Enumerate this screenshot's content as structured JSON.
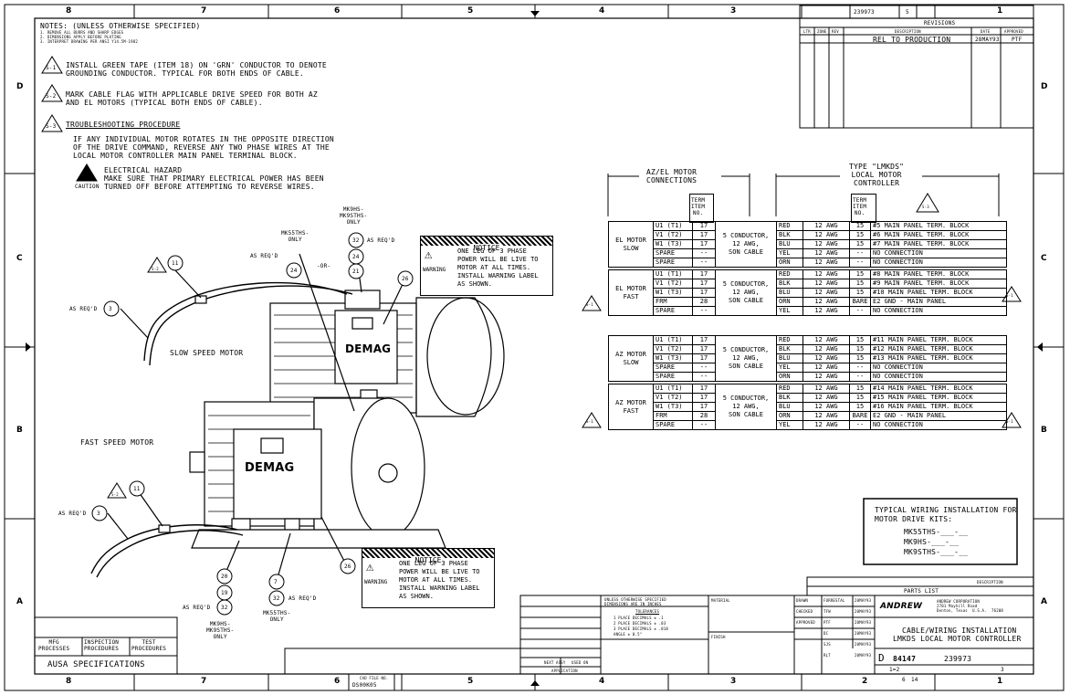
{
  "zones": {
    "cols": [
      "8",
      "7",
      "6",
      "5",
      "4",
      "3",
      "2",
      "1"
    ],
    "rows": [
      "D",
      "C",
      "B",
      "A"
    ]
  },
  "notes": {
    "header": "NOTES: (UNLESS OTHERWISE SPECIFIED)",
    "std1": "1. REMOVE ALL BURRS AND SHARP EDGES",
    "std2": "2. DIMENSIONS APPLY BEFORE PLATING",
    "std3": "3. INTERPRET DRAWING PER ANSI Y14.5M-1982",
    "n1_tag": "S-1",
    "n1_l1": "INSTALL GREEN TAPE (ITEM 18) ON 'GRN' CONDUCTOR TO DENOTE",
    "n1_l2": "GROUNDING CONDUCTOR.  TYPICAL FOR BOTH ENDS OF CABLE.",
    "n2_tag": "S-2",
    "n2_l1": "MARK CABLE FLAG WITH APPLICABLE DRIVE SPEED FOR BOTH AZ",
    "n2_l2": "AND EL MOTORS (TYPICAL BOTH ENDS OF CABLE).",
    "n3_tag": "S-3",
    "n3_l1": "TROUBLESHOOTING PROCEDURE",
    "n3_l2": "IF ANY INDIVIDUAL MOTOR ROTATES IN THE OPPOSITE DIRECTION",
    "n3_l3": "OF THE DRIVE COMMAND, REVERSE ANY TWO PHASE WIRES AT THE",
    "n3_l4": "LOCAL MOTOR CONTROLLER MAIN PANEL TERMINAL BLOCK.",
    "haz_title": "ELECTRICAL HAZARD",
    "haz_l1": "MAKE SURE THAT PRIMARY ELECTRICAL POWER HAS BEEN",
    "haz_l2": "TURNED OFF BEFORE ATTEMPTING TO REVERSE WIRES.",
    "caution": "CAUTION"
  },
  "revisions": {
    "title": "REVISIONS",
    "h_ltr": "LTR",
    "h_zone": "ZONE",
    "h_rev": "REV",
    "h_desc": "DESCRIPTION",
    "h_date": "DATE",
    "h_appr": "APPROVED",
    "row_desc": "REL TO PRODUCTION",
    "row_date": "28MAY93",
    "row_appr": "PTF",
    "dwg_no": "239973",
    "sheet": "5"
  },
  "diagram": {
    "mk55": "MK55THS-\nONLY",
    "mk9": "MK9HS-\nMK9STHS-\nONLY",
    "as_reqd": "AS REQ'D",
    "or": "-OR-",
    "slow_motor": "SLOW SPEED MOTOR",
    "fast_motor": "FAST SPEED MOTOR",
    "brand": "DEMAG",
    "mk9_bottom": "MK9HS-\nMK9STHS-\nONLY",
    "mk55_bottom": "MK55THS-\nONLY",
    "balloons": [
      "11",
      "3",
      "32",
      "24",
      "21",
      "26",
      "24",
      "11",
      "3",
      "20",
      "19",
      "32",
      "7",
      "32",
      "26"
    ],
    "s2": "S-2"
  },
  "notice": {
    "title": "NOTICE",
    "l1": "ONE LEG OF 3 PHASE",
    "l2": "POWER WILL BE LIVE TO",
    "l3": "MOTOR AT ALL TIMES.",
    "l4": "INSTALL WARNING LABEL",
    "l5": "AS SHOWN.",
    "warning": "WARNING"
  },
  "wiring": {
    "hdr_left": "AZ/EL MOTOR\nCONNECTIONS",
    "hdr_right": "TYPE \"LMKDS\"\nLOCAL MOTOR\nCONTROLLER",
    "term_item": "TERM\nITEM\nNO.",
    "s3": "S-3",
    "s1": "S-1",
    "groups": [
      {
        "motor": "EL MOTOR\nSLOW",
        "cable": "5 CONDUCTOR,\n12 AWG,\nSON CABLE",
        "rows": [
          [
            "U1 (T1)",
            "17",
            "RED",
            "12 AWG",
            "15",
            "#5 MAIN PANEL TERM. BLOCK"
          ],
          [
            "V1 (T2)",
            "17",
            "BLK",
            "12 AWG",
            "15",
            "#6 MAIN PANEL TERM. BLOCK"
          ],
          [
            "W1 (T3)",
            "17",
            "BLU",
            "12 AWG",
            "15",
            "#7 MAIN PANEL TERM. BLOCK"
          ],
          [
            "SPARE",
            "--",
            "YEL",
            "12 AWG",
            "--",
            "NO CONNECTION"
          ],
          [
            "SPARE",
            "--",
            "ORN",
            "12 AWG",
            "--",
            "NO CONNECTION"
          ]
        ]
      },
      {
        "motor": "EL MOTOR\nFAST",
        "cable": "5 CONDUCTOR,\n12 AWG,\nSON CABLE",
        "rows": [
          [
            "U1 (T1)",
            "17",
            "RED",
            "12 AWG",
            "15",
            "#8 MAIN PANEL TERM. BLOCK"
          ],
          [
            "V1 (T2)",
            "17",
            "BLK",
            "12 AWG",
            "15",
            "#9 MAIN PANEL TERM. BLOCK"
          ],
          [
            "W1 (T3)",
            "17",
            "BLU",
            "12 AWG",
            "15",
            "#10 MAIN PANEL TERM. BLOCK"
          ],
          [
            "FRM",
            "28",
            "ORN",
            "12 AWG",
            "BARE",
            "E2 GND - MAIN PANEL"
          ],
          [
            "SPARE",
            "--",
            "YEL",
            "12 AWG",
            "--",
            "NO CONNECTION"
          ]
        ]
      },
      {
        "motor": "AZ MOTOR\nSLOW",
        "cable": "5 CONDUCTOR,\n12 AWG,\nSON CABLE",
        "rows": [
          [
            "U1 (T1)",
            "17",
            "RED",
            "12 AWG",
            "15",
            "#11 MAIN PANEL TERM. BLOCK"
          ],
          [
            "V1 (T2)",
            "17",
            "BLK",
            "12 AWG",
            "15",
            "#12 MAIN PANEL TERM. BLOCK"
          ],
          [
            "W1 (T3)",
            "17",
            "BLU",
            "12 AWG",
            "15",
            "#13 MAIN PANEL TERM. BLOCK"
          ],
          [
            "SPARE",
            "--",
            "YEL",
            "12 AWG",
            "--",
            "NO CONNECTION"
          ],
          [
            "SPARE",
            "--",
            "ORN",
            "12 AWG",
            "--",
            "NO CONNECTION"
          ]
        ]
      },
      {
        "motor": "AZ MOTOR\nFAST",
        "cable": "5 CONDUCTOR,\n12 AWG,\nSON CABLE",
        "rows": [
          [
            "U1 (T1)",
            "17",
            "RED",
            "12 AWG",
            "15",
            "#14 MAIN PANEL TERM. BLOCK"
          ],
          [
            "V1 (T2)",
            "17",
            "BLK",
            "12 AWG",
            "15",
            "#15 MAIN PANEL TERM. BLOCK"
          ],
          [
            "W1 (T3)",
            "17",
            "BLU",
            "12 AWG",
            "15",
            "#16 MAIN PANEL TERM. BLOCK"
          ],
          [
            "FRM",
            "28",
            "ORN",
            "12 AWG",
            "BARE",
            "E2 GND - MAIN PANEL"
          ],
          [
            "SPARE",
            "--",
            "YEL",
            "12 AWG",
            "--",
            "NO CONNECTION"
          ]
        ]
      }
    ]
  },
  "kits": {
    "l1": "TYPICAL WIRING INSTALLATION FOR",
    "l2": "MOTOR DRIVE KITS:",
    "k1": "MK55THS-___-__",
    "k2": "MK9HS-___-__",
    "k3": "MK9STHS-___-__"
  },
  "titleblock": {
    "parts_list": "PARTS LIST",
    "description": "DESCRIPTION",
    "tol_hdr": "UNLESS OTHERWISE SPECIFIED\nDIMENSIONS ARE IN INCHES",
    "tolerances": "TOLERANCES",
    "tol1": "1 PLACE DECIMALS ± .1",
    "tol2": "2 PLACE DECIMALS ± .03",
    "tol3": "3 PLACE DECIMALS ± .010",
    "tol4": "ANGLE ± 0.5°",
    "material": "MATERIAL",
    "finish": "FINISH",
    "company": "ANDREW CORPORATION\n2701 Mayhill Road\nDenton, Texas  U.S.A.  76208",
    "logo": "ANDREW",
    "title1": "CABLE/WIRING INSTALLATION",
    "title2": "LMKDS LOCAL MOTOR CONTROLLER",
    "size": "D",
    "code": "84147",
    "dwg_no": "239973",
    "scale": "1=2",
    "rev": "3",
    "sheet_n": "6",
    "sheet_of": "14",
    "signers": [
      {
        "role": "DRAWN",
        "name": "FORRESTAL",
        "date": "20MAY93"
      },
      {
        "role": "CHECKED",
        "name": "TFW",
        "date": "20MAY93"
      },
      {
        "role": "APPROVED",
        "name": "PTF",
        "date": "20MAY93"
      },
      {
        "role": "",
        "name": "DC",
        "date": "20MAY93"
      },
      {
        "role": "",
        "name": "SJS",
        "date": "20MAY93"
      },
      {
        "role": "",
        "name": "RLT",
        "date": "20MAY93"
      }
    ],
    "next_assy": "NEXT ASSY",
    "used_on": "USED ON",
    "application": "APPLICATION",
    "mfg": "MFG\nPROCESSES",
    "insp": "INSPECTION\nPROCEDURES",
    "test": "TEST\nPROCEDURES",
    "ausa": "AUSA SPECIFICATIONS",
    "cad_lbl": "CAD FILE NO.",
    "cad_no": "DS00K05"
  }
}
